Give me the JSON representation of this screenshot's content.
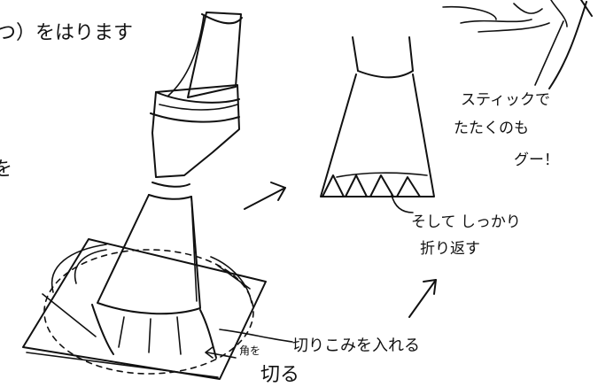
{
  "labels": {
    "top_left_note": "つ）をはります",
    "left_edge_char": "を",
    "stick_note_line1": "スティックで",
    "stick_note_line2": "たたくのも",
    "stick_note_line3": "グー！",
    "fold_note_line1": "そして しっかり",
    "fold_note_line2": "折り返す",
    "cut_note": "切りこみを入れる",
    "corner_note_line1": "角を",
    "corner_note_line2": "切る"
  },
  "colors": {
    "ink": "#111111",
    "paper": "#ffffff"
  }
}
